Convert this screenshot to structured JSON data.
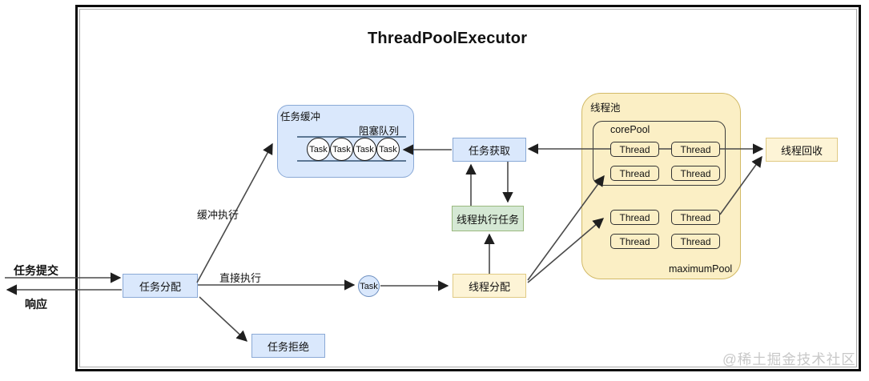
{
  "title": "ThreadPoolExecutor",
  "watermark": "@稀土掘金技术社区",
  "edge_labels": {
    "task_submit": "任务提交",
    "response": "响应",
    "buffered_execution": "缓冲执行",
    "direct_execution": "直接执行"
  },
  "nodes": {
    "task_dispatch": "任务分配",
    "task_reject": "任务拒绝",
    "task_buffer": "任务缓冲",
    "blocking_queue": "阻塞队列",
    "task_fetch": "任务获取",
    "thread_execute_task": "线程执行任务",
    "thread_dispatch": "线程分配",
    "thread_pool": "线程池",
    "core_pool": "corePool",
    "maximum_pool": "maximumPool",
    "thread_recycle": "线程回收",
    "task": "Task"
  },
  "queue_tasks": [
    "Task",
    "Task",
    "Task",
    "Task"
  ],
  "core_pool_threads": [
    "Thread",
    "Thread",
    "Thread",
    "Thread"
  ],
  "maximum_pool_threads": [
    "Thread",
    "Thread",
    "Thread",
    "Thread"
  ],
  "colors": {
    "blue_fill": "#dae8fc",
    "blue_border": "#8aa9d6",
    "green_fill": "#d5e8d4",
    "green_border": "#9ab97f",
    "yellow_pool_fill": "#fbefc5",
    "yellow_pool_border": "#d2ba67",
    "yellow_box_fill": "#fdf4d6",
    "yellow_box_border": "#e0ca84",
    "arrow_color": "#4a4a4a",
    "arrowhead_color": "#1f1f1f",
    "watermark_color": "#c8c8c8"
  }
}
